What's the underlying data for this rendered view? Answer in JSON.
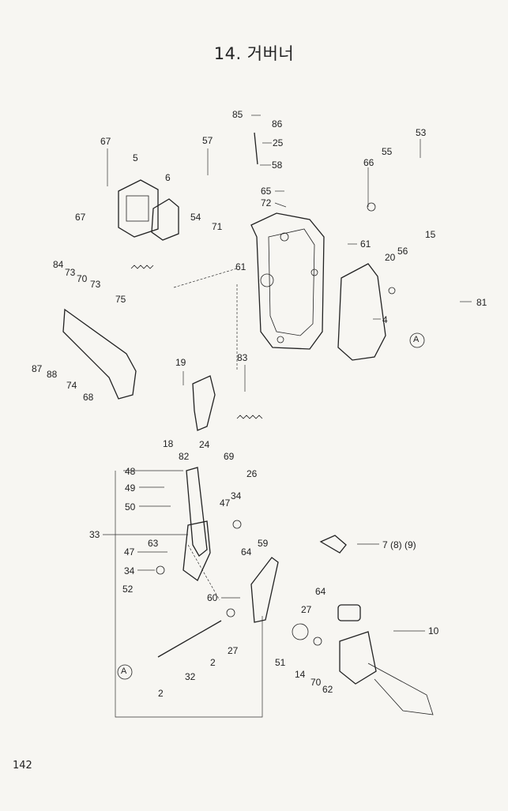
{
  "header": {
    "title": "14. 거버너"
  },
  "footer": {
    "page_number": "142"
  },
  "callouts": [
    "85",
    "86",
    "25",
    "58",
    "57",
    "67",
    "5",
    "6",
    "53",
    "55",
    "66",
    "65",
    "72",
    "54",
    "71",
    "67",
    "61",
    "84",
    "73",
    "70",
    "73",
    "75",
    "61",
    "15",
    "20",
    "56",
    "81",
    "4",
    "87",
    "88",
    "74",
    "68",
    "19",
    "83",
    "18",
    "82",
    "24",
    "69",
    "26",
    "48",
    "49",
    "50",
    "47",
    "34",
    "33",
    "63",
    "47",
    "59",
    "34",
    "64",
    "52",
    "60",
    "64",
    "27",
    "7 (8) (9)",
    "10",
    "2",
    "27",
    "51",
    "14",
    "70",
    "62",
    "32",
    "2"
  ],
  "reference_markers": [
    "A",
    "A"
  ]
}
